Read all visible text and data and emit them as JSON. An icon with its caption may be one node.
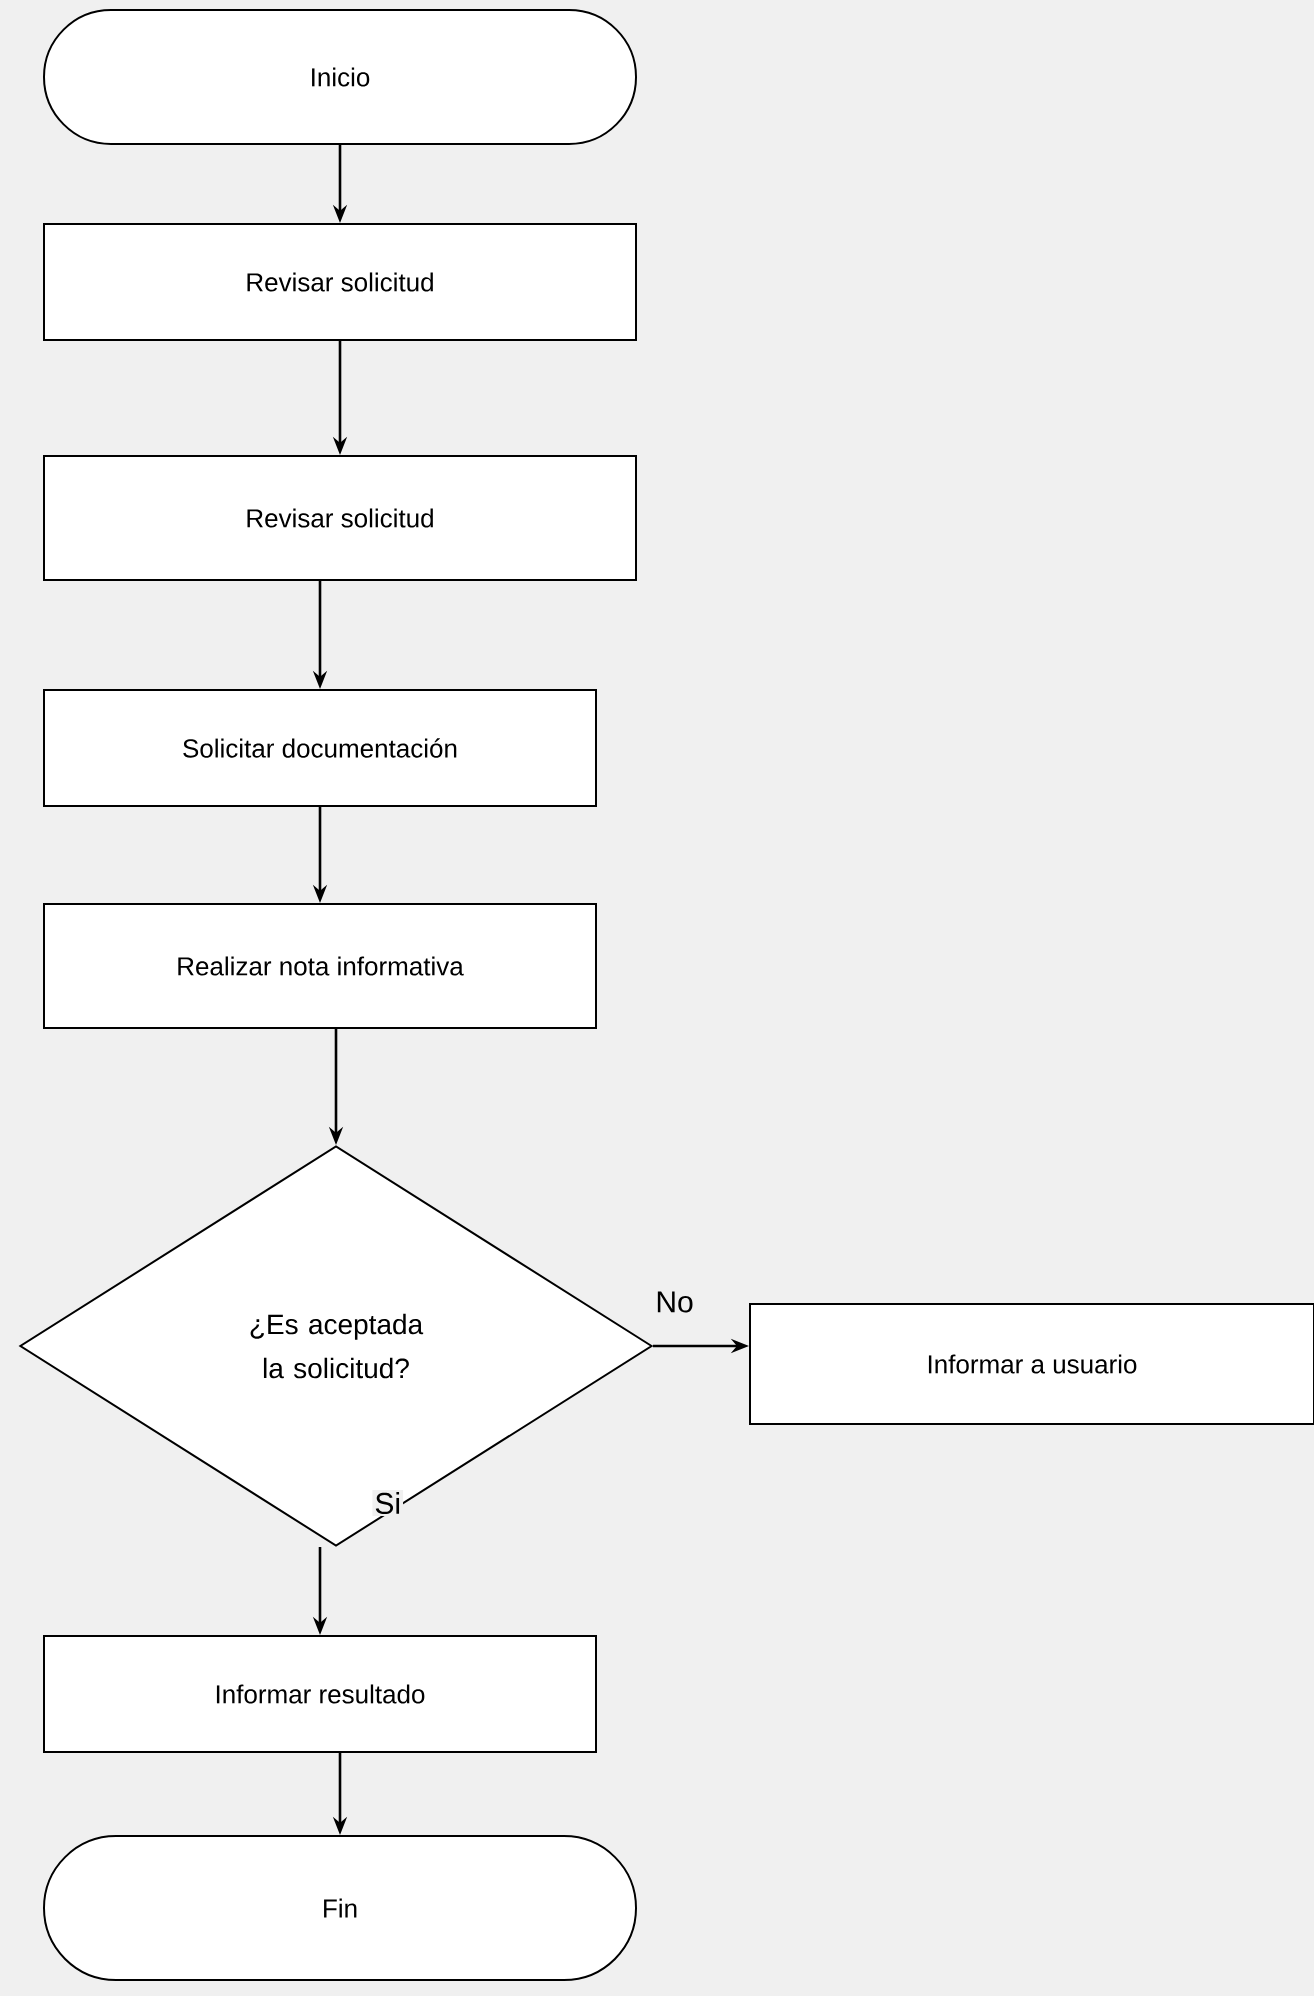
{
  "diagram": {
    "nodes": [
      {
        "text": [
          "Inicio"
        ]
      },
      {
        "text": [
          "Revisar solicitud"
        ]
      },
      {
        "text": [
          "Revisar solicitud"
        ]
      },
      {
        "text": [
          "Solicitar documentación"
        ]
      },
      {
        "text": [
          "Realizar nota informativa"
        ]
      },
      {
        "text": [
          "¿Es aceptada la solicitud?"
        ]
      },
      {
        "text": [
          "Informar a usuario"
        ]
      },
      {
        "text": [
          "Informar resultado"
        ]
      },
      {
        "text": [
          "Fin"
        ]
      }
    ],
    "edges": [
      {
        "from": 0,
        "to": 1,
        "arrow": "to"
      },
      {
        "from": 1,
        "to": 2,
        "arrow": "to"
      },
      {
        "from": 2,
        "to": 3,
        "arrow": "to"
      },
      {
        "from": 3,
        "to": 4,
        "arrow": "to"
      },
      {
        "from": 4,
        "to": 5,
        "arrow": "to"
      },
      {
        "from": 5,
        "to": 6,
        "arrow": "to",
        "label": "No"
      },
      {
        "from": 5,
        "to": 7,
        "arrow": "to",
        "label": "Si"
      },
      {
        "from": 7,
        "to": 8,
        "arrow": "to"
      }
    ]
  }
}
